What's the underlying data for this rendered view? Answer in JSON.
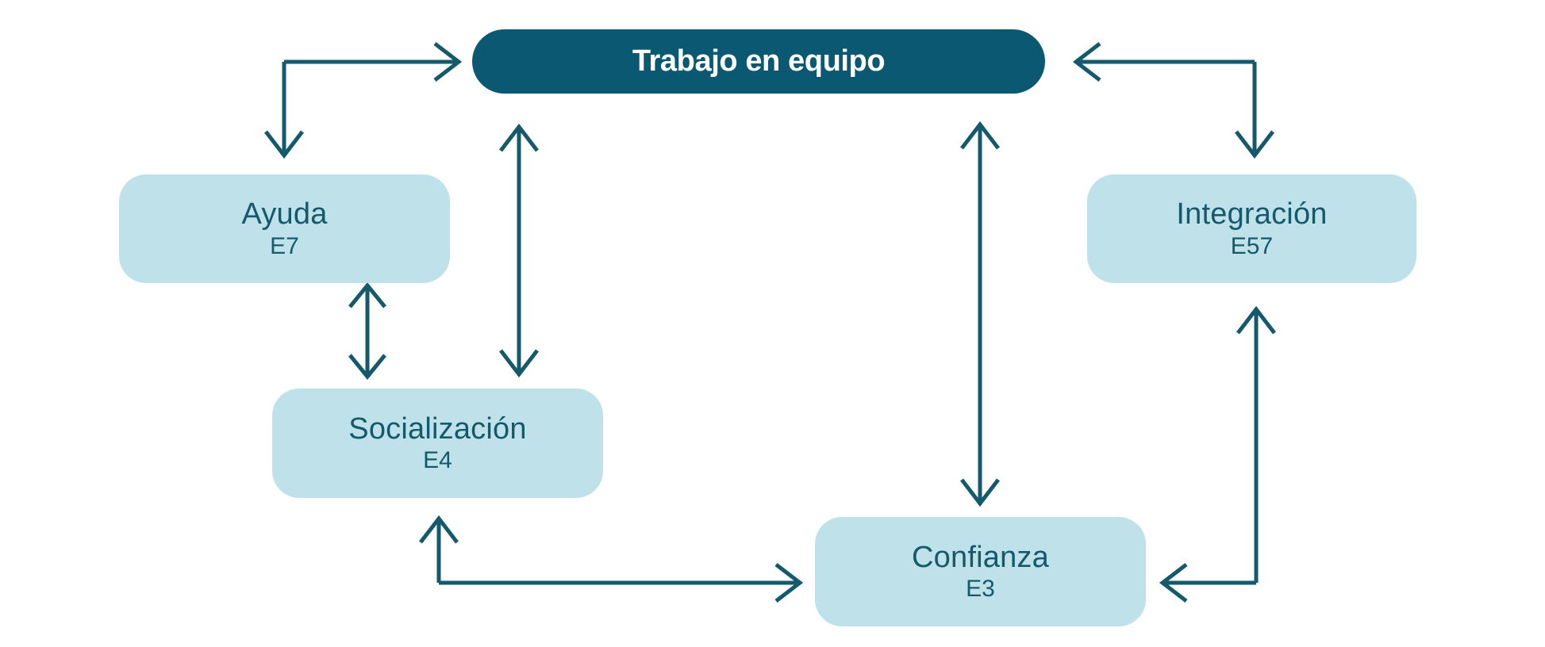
{
  "diagram": {
    "title": "Trabajo en equipo",
    "colors": {
      "primary": "#0a5872",
      "node_fill": "#bfe2ea",
      "node_text": "#14596c",
      "arrow": "#14596c",
      "background": "#ffffff"
    },
    "nodes": [
      {
        "id": "trabajo",
        "label": "Trabajo en equipo",
        "code": "",
        "style": "dark"
      },
      {
        "id": "ayuda",
        "label": "Ayuda",
        "code": "E7",
        "style": "light"
      },
      {
        "id": "integracion",
        "label": "Integración",
        "code": "E57",
        "style": "light"
      },
      {
        "id": "socializacion",
        "label": "Socialización",
        "code": "E4",
        "style": "light"
      },
      {
        "id": "confianza",
        "label": "Confianza",
        "code": "E3",
        "style": "light"
      }
    ],
    "connections": [
      {
        "id": "trabajo-ayuda",
        "from": "trabajo",
        "to": "ayuda",
        "shape": "elbow",
        "bidirectional": true
      },
      {
        "id": "trabajo-integracion",
        "from": "trabajo",
        "to": "integracion",
        "shape": "elbow",
        "bidirectional": true
      },
      {
        "id": "trabajo-socializacion",
        "from": "trabajo",
        "to": "socializacion",
        "shape": "vertical",
        "bidirectional": true
      },
      {
        "id": "trabajo-confianza",
        "from": "trabajo",
        "to": "confianza",
        "shape": "vertical",
        "bidirectional": true
      },
      {
        "id": "ayuda-socializacion",
        "from": "ayuda",
        "to": "socializacion",
        "shape": "vertical",
        "bidirectional": true
      },
      {
        "id": "socializacion-confianza",
        "from": "socializacion",
        "to": "confianza",
        "shape": "elbow",
        "bidirectional": true
      },
      {
        "id": "confianza-integracion",
        "from": "confianza",
        "to": "integracion",
        "shape": "elbow",
        "bidirectional": true
      }
    ]
  }
}
